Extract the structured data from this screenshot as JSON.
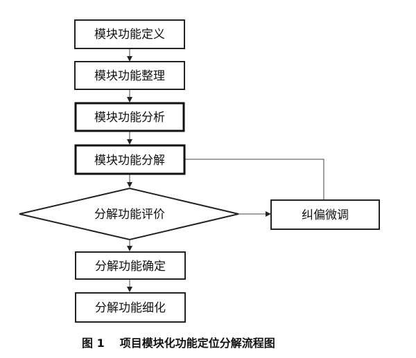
{
  "nodes": {
    "define": "模块功能定义",
    "organize": "模块功能整理",
    "analyze": "模块功能分析",
    "decompose": "模块功能分解",
    "evaluate": "分解功能评价",
    "correct": "纠偏微调",
    "confirm": "分解功能确定",
    "refine": "分解功能细化"
  },
  "caption": {
    "figure_number": "图 1",
    "title": "项目模块化功能定位分解流程图"
  }
}
